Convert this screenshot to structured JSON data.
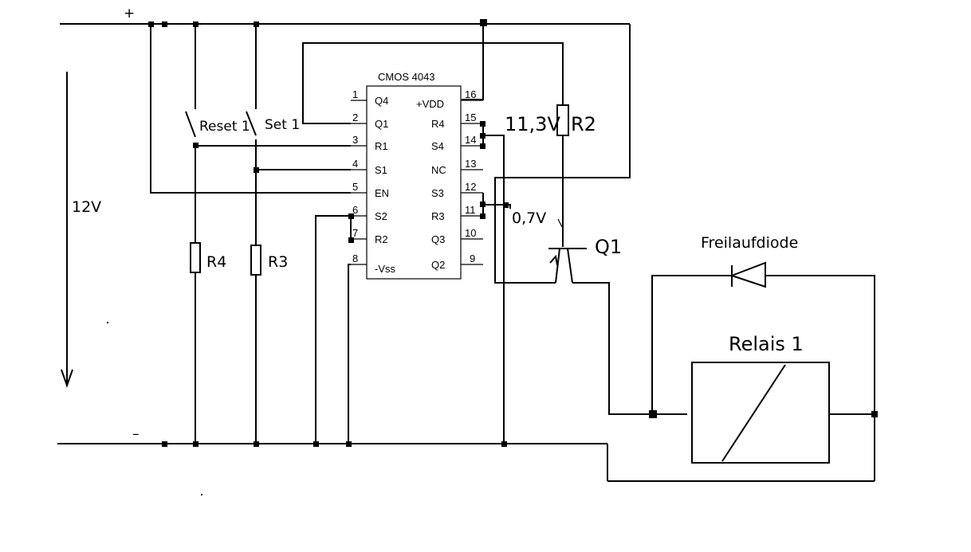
{
  "rails": {
    "plus": "+",
    "minus": "–",
    "voltage": "12V"
  },
  "ic": {
    "title": "CMOS 4043",
    "left_pins": [
      {
        "num": "1",
        "name": "Q4"
      },
      {
        "num": "2",
        "name": "Q1"
      },
      {
        "num": "3",
        "name": "R1"
      },
      {
        "num": "4",
        "name": "S1"
      },
      {
        "num": "5",
        "name": "EN"
      },
      {
        "num": "6",
        "name": "S2"
      },
      {
        "num": "7",
        "name": "R2"
      },
      {
        "num": "8",
        "name": "-Vss"
      }
    ],
    "right_pins": [
      {
        "num": "16",
        "name": "+VDD"
      },
      {
        "num": "15",
        "name": "R4"
      },
      {
        "num": "14",
        "name": "S4"
      },
      {
        "num": "13",
        "name": "NC"
      },
      {
        "num": "12",
        "name": "S3"
      },
      {
        "num": "11",
        "name": "R3"
      },
      {
        "num": "10",
        "name": "Q3"
      },
      {
        "num": "9",
        "name": "Q2"
      }
    ]
  },
  "labels": {
    "reset": "Reset 1",
    "set": "Set 1",
    "r2": "R2",
    "r3": "R3",
    "r4": "R4",
    "v_r2": "11,3V",
    "v_be": "0,7V",
    "q1": "Q1",
    "diode": "Freilaufdiode",
    "relay": "Relais 1"
  }
}
